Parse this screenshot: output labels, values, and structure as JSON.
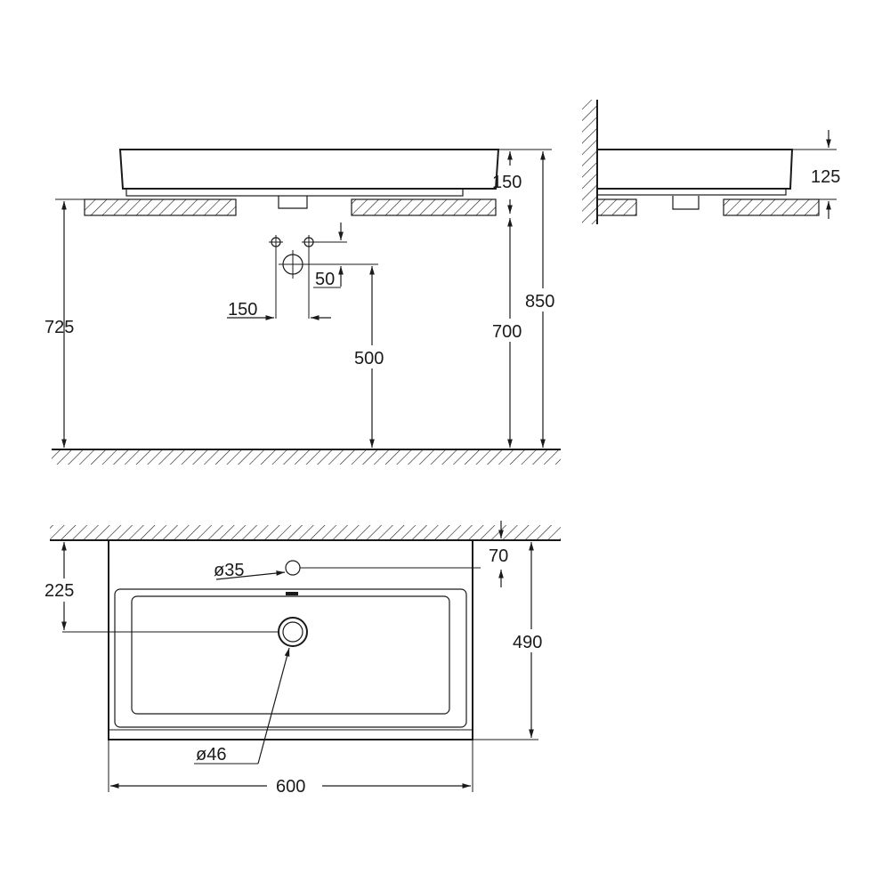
{
  "drawing": {
    "front_view": {
      "dims": {
        "rim_height": "150",
        "basin_total": "850",
        "counter_to_floor": "700",
        "left_height": "725",
        "waste_height": "500",
        "valve_spacing": "150",
        "valve_offset": "50"
      }
    },
    "side_view": {
      "dims": {
        "basin_height": "125"
      }
    },
    "plan_view": {
      "dims": {
        "tap_hole_offset": "70",
        "tap_hole_diameter": "ø35",
        "drain_offset": "225",
        "depth": "490",
        "drain_diameter": "ø46",
        "width": "600"
      }
    }
  }
}
